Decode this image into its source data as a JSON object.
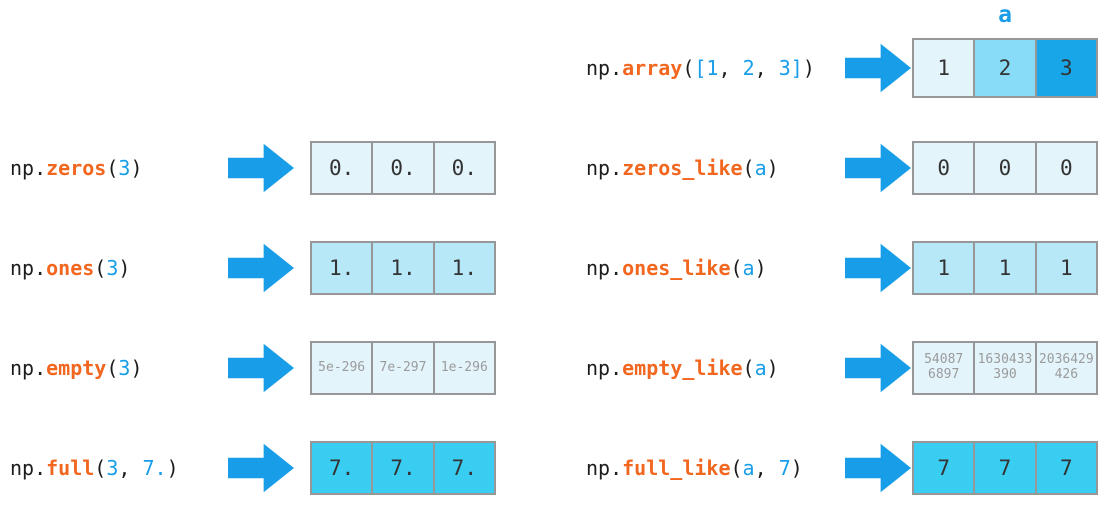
{
  "palette": {
    "blue": "#189ee8",
    "orange": "#f2671f",
    "code": "#1c1c1c",
    "cell_border": "#979797",
    "cell_text": "#333333",
    "muted": "#9b9b9b",
    "light_cell": "#e3f4fb",
    "ones_cell": "#b7e8f8",
    "full_cell": "#3acdf2",
    "a_cell_2": "#88dcf7",
    "a_cell_3": "#17a6e7",
    "bg": "#ffffff"
  },
  "label_a": "a",
  "rows": [
    {
      "id": "array",
      "tokens": [
        {
          "t": "np.",
          "c": "code"
        },
        {
          "t": "array",
          "c": "orange"
        },
        {
          "t": "(",
          "c": "code"
        },
        {
          "t": "[1",
          "c": "blue"
        },
        {
          "t": ", ",
          "c": "code"
        },
        {
          "t": "2",
          "c": "blue"
        },
        {
          "t": ", ",
          "c": "code"
        },
        {
          "t": "3]",
          "c": "blue"
        },
        {
          "t": ")",
          "c": "code"
        }
      ],
      "cells": [
        {
          "t": "1",
          "fill": "light_cell"
        },
        {
          "t": "2",
          "fill": "a_cell_2"
        },
        {
          "t": "3",
          "fill": "a_cell_3"
        }
      ]
    },
    {
      "id": "zeros",
      "tokens": [
        {
          "t": "np.",
          "c": "code"
        },
        {
          "t": "zeros",
          "c": "orange"
        },
        {
          "t": "(",
          "c": "code"
        },
        {
          "t": "3",
          "c": "blue"
        },
        {
          "t": ")",
          "c": "code"
        }
      ],
      "cells": [
        {
          "t": "0.",
          "fill": "light_cell"
        },
        {
          "t": "0.",
          "fill": "light_cell"
        },
        {
          "t": "0.",
          "fill": "light_cell"
        }
      ]
    },
    {
      "id": "zeros_like",
      "tokens": [
        {
          "t": "np.",
          "c": "code"
        },
        {
          "t": "zeros_like",
          "c": "orange"
        },
        {
          "t": "(",
          "c": "code"
        },
        {
          "t": "a",
          "c": "blue"
        },
        {
          "t": ")",
          "c": "code"
        }
      ],
      "cells": [
        {
          "t": "0",
          "fill": "light_cell"
        },
        {
          "t": "0",
          "fill": "light_cell"
        },
        {
          "t": "0",
          "fill": "light_cell"
        }
      ]
    },
    {
      "id": "ones",
      "tokens": [
        {
          "t": "np.",
          "c": "code"
        },
        {
          "t": "ones",
          "c": "orange"
        },
        {
          "t": "(",
          "c": "code"
        },
        {
          "t": "3",
          "c": "blue"
        },
        {
          "t": ")",
          "c": "code"
        }
      ],
      "cells": [
        {
          "t": "1.",
          "fill": "ones_cell"
        },
        {
          "t": "1.",
          "fill": "ones_cell"
        },
        {
          "t": "1.",
          "fill": "ones_cell"
        }
      ]
    },
    {
      "id": "ones_like",
      "tokens": [
        {
          "t": "np.",
          "c": "code"
        },
        {
          "t": "ones_like",
          "c": "orange"
        },
        {
          "t": "(",
          "c": "code"
        },
        {
          "t": "a",
          "c": "blue"
        },
        {
          "t": ")",
          "c": "code"
        }
      ],
      "cells": [
        {
          "t": "1",
          "fill": "ones_cell"
        },
        {
          "t": "1",
          "fill": "ones_cell"
        },
        {
          "t": "1",
          "fill": "ones_cell"
        }
      ]
    },
    {
      "id": "empty",
      "tokens": [
        {
          "t": "np.",
          "c": "code"
        },
        {
          "t": "empty",
          "c": "orange"
        },
        {
          "t": "(",
          "c": "code"
        },
        {
          "t": "3",
          "c": "blue"
        },
        {
          "t": ")",
          "c": "code"
        }
      ],
      "cells": [
        {
          "t": "5e-296",
          "fill": "light_cell",
          "small": true
        },
        {
          "t": "7e-297",
          "fill": "light_cell",
          "small": true
        },
        {
          "t": "1e-296",
          "fill": "light_cell",
          "small": true
        }
      ]
    },
    {
      "id": "empty_like",
      "tokens": [
        {
          "t": "np.",
          "c": "code"
        },
        {
          "t": "empty_like",
          "c": "orange"
        },
        {
          "t": "(",
          "c": "code"
        },
        {
          "t": "a",
          "c": "blue"
        },
        {
          "t": ")",
          "c": "code"
        }
      ],
      "cells": [
        {
          "t": "54087\n6897",
          "fill": "light_cell",
          "small": true
        },
        {
          "t": "1630433\n390",
          "fill": "light_cell",
          "small": true
        },
        {
          "t": "2036429\n426",
          "fill": "light_cell",
          "small": true
        }
      ]
    },
    {
      "id": "full",
      "tokens": [
        {
          "t": "np.",
          "c": "code"
        },
        {
          "t": "full",
          "c": "orange"
        },
        {
          "t": "(",
          "c": "code"
        },
        {
          "t": "3",
          "c": "blue"
        },
        {
          "t": ", ",
          "c": "code"
        },
        {
          "t": "7.",
          "c": "blue"
        },
        {
          "t": ")",
          "c": "code"
        }
      ],
      "cells": [
        {
          "t": "7.",
          "fill": "full_cell"
        },
        {
          "t": "7.",
          "fill": "full_cell"
        },
        {
          "t": "7.",
          "fill": "full_cell"
        }
      ]
    },
    {
      "id": "full_like",
      "tokens": [
        {
          "t": "np.",
          "c": "code"
        },
        {
          "t": "full_like",
          "c": "orange"
        },
        {
          "t": "(",
          "c": "code"
        },
        {
          "t": "a",
          "c": "blue"
        },
        {
          "t": ", ",
          "c": "code"
        },
        {
          "t": "7",
          "c": "blue"
        },
        {
          "t": ")",
          "c": "code"
        }
      ],
      "cells": [
        {
          "t": "7",
          "fill": "full_cell"
        },
        {
          "t": "7",
          "fill": "full_cell"
        },
        {
          "t": "7",
          "fill": "full_cell"
        }
      ]
    }
  ]
}
